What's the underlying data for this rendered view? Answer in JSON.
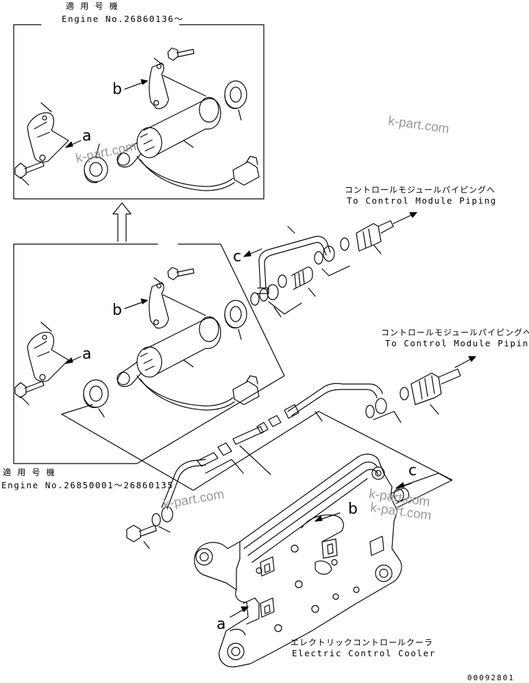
{
  "labels": {
    "top_box_jp": "適 用 号 機",
    "top_box_en": "Engine No.26860136～",
    "mid_box_jp": "適 用 号 機",
    "mid_box_en": "Engine No.26850001～26860135",
    "to_module_1_jp": "コントロールモジュールパイピングへ",
    "to_module_1_en": "To Control Module Piping",
    "to_module_2_jp": "コントロールモジュールパイピングへ",
    "to_module_2_en": "To Control Module Piping",
    "cooler_jp": "エレクトリックコントロールクーラ",
    "cooler_en": "Electric Control Cooler",
    "drawing_code": "00092801"
  },
  "arrow_letters": {
    "a1": "a",
    "b1": "b",
    "a2": "a",
    "b2": "b",
    "c1": "c",
    "c2": "c",
    "b3": "b",
    "a3": "a"
  },
  "watermarks": [
    "k-part.com",
    "k-part.com",
    "k-part.com",
    "k-part.com",
    "k-part.com"
  ]
}
